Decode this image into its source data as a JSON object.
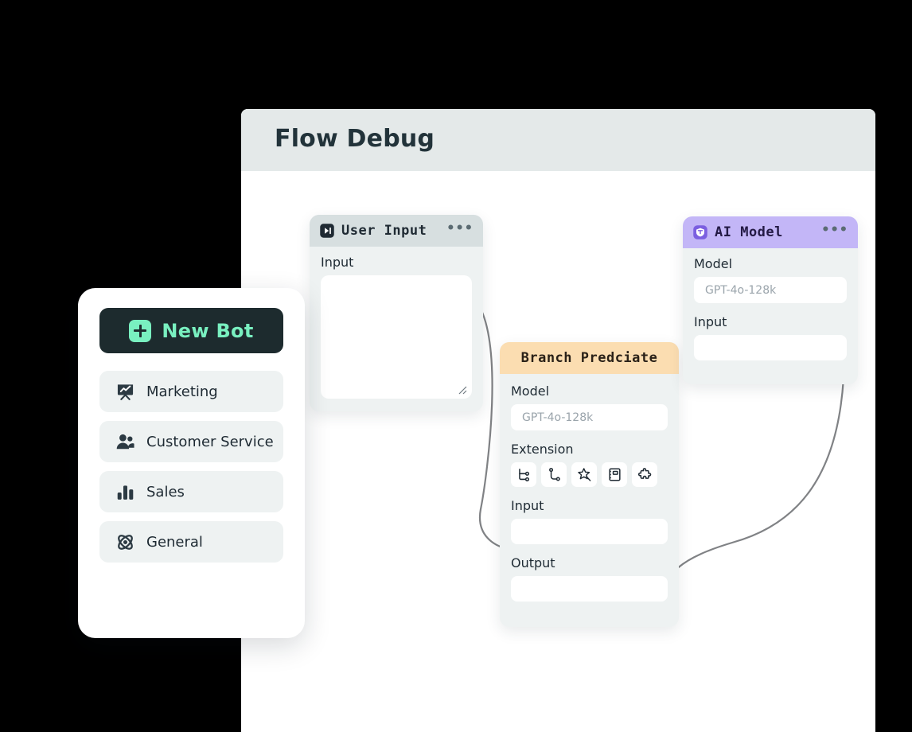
{
  "header": {
    "title": "Flow Debug"
  },
  "sidebar": {
    "new_bot": {
      "label": "New Bot",
      "icon": "plus-icon",
      "bg": "#1d2b2e",
      "accent": "#79f0c0"
    },
    "items": [
      {
        "label": "Marketing",
        "icon": "presentation-chart-icon"
      },
      {
        "label": "Customer Service",
        "icon": "users-icon"
      },
      {
        "label": "Sales",
        "icon": "bar-chart-icon"
      },
      {
        "label": "General",
        "icon": "atom-icon"
      }
    ]
  },
  "nodes": {
    "user_input": {
      "title": "User Input",
      "icon": "input-arrow-icon",
      "menu": "•••",
      "header_bg": "#d7dfe0",
      "fields": [
        {
          "label": "Input",
          "value": "",
          "type": "textarea"
        }
      ]
    },
    "branch": {
      "title": "Branch Predciate",
      "header_bg": "#fbddb1",
      "model_label": "Model",
      "model_placeholder": "GPT-4o-128k",
      "extension_label": "Extension",
      "extensions": [
        "git-branch-icon",
        "subtask-branch-icon",
        "sparkle-icon",
        "notebook-icon",
        "puzzle-piece-icon"
      ],
      "input_label": "Input",
      "input_value": "",
      "output_label": "Output",
      "output_value": ""
    },
    "ai_model": {
      "title": "AI Model",
      "icon": "shield-bot-icon",
      "menu": "•••",
      "header_bg": "#c3b6f7",
      "model_label": "Model",
      "model_placeholder": "GPT-4o-128k",
      "input_label": "Input",
      "input_value": ""
    }
  },
  "connectors": {
    "wire_color": "#808285",
    "dot_color": "#8a8d90",
    "edges": [
      {
        "from": "user-input-output-port",
        "to": "branch-input-port"
      },
      {
        "from": "branch-output-port",
        "to": "ai-model-input-port"
      }
    ]
  }
}
